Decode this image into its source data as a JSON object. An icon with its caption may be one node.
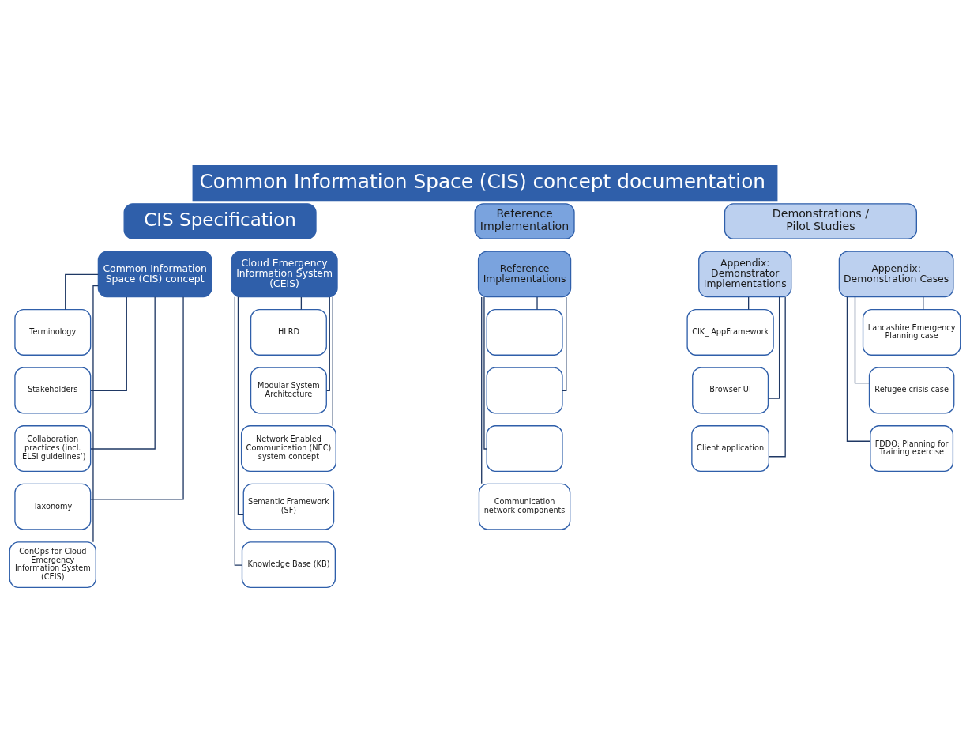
{
  "diagram": {
    "title": "Common Information Space (CIS) concept documentation",
    "nodes": [
      {
        "text": [
          "CIS Specification"
        ]
      },
      {
        "text": [
          "Reference Implementation"
        ]
      },
      {
        "text": [
          "Demonstrations / Pilot Studies"
        ]
      },
      {
        "text": [
          "Common Information Space (CIS) concept"
        ]
      },
      {
        "text": [
          "Cloud Emergency Information System (CEIS)"
        ]
      },
      {
        "text": [
          "Reference Implementations"
        ]
      },
      {
        "text": [
          "Appendix: Demonstrator Implementations"
        ]
      },
      {
        "text": [
          "Appendix: Demonstration Cases"
        ]
      },
      {
        "text": [
          "Terminology"
        ]
      },
      {
        "text": [
          "Stakeholders"
        ]
      },
      {
        "text": [
          "Collaboration practices (incl. ‚ELSI guidelines‘)"
        ]
      },
      {
        "text": [
          "Taxonomy"
        ]
      },
      {
        "text": [
          "ConOps for Cloud Emergency Information System (CEIS)"
        ]
      },
      {
        "text": [
          "HLRD"
        ]
      },
      {
        "text": [
          "Modular System Architecture"
        ]
      },
      {
        "text": [
          "Network Enabled Communication (NEC) system concept"
        ]
      },
      {
        "text": [
          "Semantic Framework (SF)"
        ]
      },
      {
        "text": [
          "Knowledge Base (KB)"
        ]
      },
      {
        "text": [],
        "shape": "box"
      },
      {
        "text": [],
        "shape": "box"
      },
      {
        "text": [],
        "shape": "box"
      },
      {
        "text": [
          "Communication network components"
        ]
      },
      {
        "text": [
          "CIK_ AppFramework"
        ]
      },
      {
        "text": [
          "Browser UI"
        ]
      },
      {
        "text": [
          "Client application"
        ]
      },
      {
        "text": [
          "Lancashire Emergency Planning case"
        ]
      },
      {
        "text": [
          "Refugee crisis case"
        ]
      },
      {
        "text": [
          "FDDO: Planning for Training exercise"
        ]
      }
    ],
    "edges": [
      {
        "from": 3,
        "to": 8,
        "arrow": "none"
      },
      {
        "from": 3,
        "to": 9,
        "arrow": "none"
      },
      {
        "from": 3,
        "to": 10,
        "arrow": "none"
      },
      {
        "from": 3,
        "to": 11,
        "arrow": "none"
      },
      {
        "from": 3,
        "to": 12,
        "arrow": "none"
      },
      {
        "from": 4,
        "to": 13,
        "arrow": "none"
      },
      {
        "from": 4,
        "to": 14,
        "arrow": "none"
      },
      {
        "from": 4,
        "to": 15,
        "arrow": "none"
      },
      {
        "from": 4,
        "to": 16,
        "arrow": "none"
      },
      {
        "from": 4,
        "to": 17,
        "arrow": "none"
      },
      {
        "from": 5,
        "to": 18,
        "arrow": "none"
      },
      {
        "from": 5,
        "to": 19,
        "arrow": "none"
      },
      {
        "from": 5,
        "to": 20,
        "arrow": "none"
      },
      {
        "from": 5,
        "to": 21,
        "arrow": "none"
      },
      {
        "from": 6,
        "to": 22,
        "arrow": "none"
      },
      {
        "from": 6,
        "to": 23,
        "arrow": "none"
      },
      {
        "from": 6,
        "to": 24,
        "arrow": "none"
      },
      {
        "from": 7,
        "to": 25,
        "arrow": "none"
      },
      {
        "from": 7,
        "to": 26,
        "arrow": "none"
      },
      {
        "from": 7,
        "to": 27,
        "arrow": "none"
      }
    ]
  }
}
